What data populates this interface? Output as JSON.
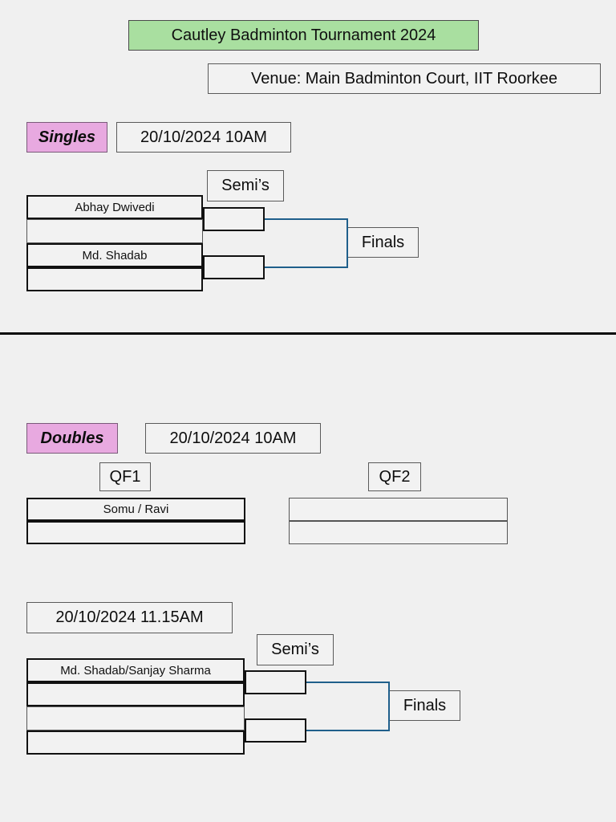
{
  "page": {
    "background_color": "#f0f0f0",
    "title": "Cautley Badminton Tournament 2024",
    "title_bg_color": "#a9dfa0",
    "venue": "Venue: Main Badminton Court, IIT Roorkee"
  },
  "colors": {
    "title_green": "#a9dfa0",
    "chip_pink": "#e8a9e0",
    "connector_blue": "#1f5f8b",
    "box_fill": "#f2f2f2",
    "border_dark": "#111111",
    "border_gray": "#555555"
  },
  "singles": {
    "label": "Singles",
    "date": "20/10/2024 10AM",
    "round_labels": {
      "semis": "Semi’s",
      "finals": "Finals"
    },
    "slots": [
      "Abhay Dwivedi",
      "",
      "Md. Shadab",
      ""
    ],
    "semi_slots": [
      "",
      ""
    ],
    "final_slot": ""
  },
  "doubles": {
    "label": "Doubles",
    "quarters": {
      "date": "20/10/2024 10AM",
      "qf1_label": "QF1",
      "qf2_label": "QF2",
      "qf1_slots": [
        "Somu / Ravi",
        ""
      ],
      "qf2_slots": [
        "",
        ""
      ]
    },
    "semifinals": {
      "date": "20/10/2024 11.15AM",
      "round_labels": {
        "semis": "Semi’s",
        "finals": "Finals"
      },
      "slots": [
        "Md. Shadab/Sanjay Sharma",
        "",
        "",
        ""
      ],
      "semi_slots": [
        "",
        ""
      ],
      "final_slot": ""
    }
  }
}
